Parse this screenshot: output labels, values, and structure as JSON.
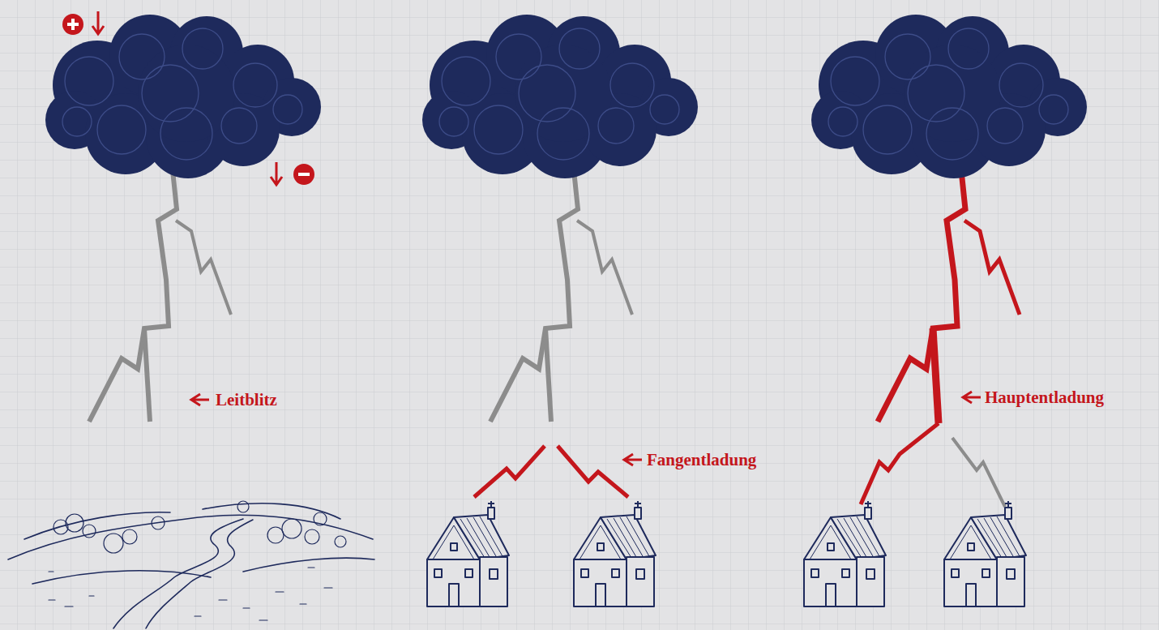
{
  "diagram": {
    "labels": [
      "Leitblitz",
      "Fangentladung",
      "Hauptentladung"
    ]
  }
}
